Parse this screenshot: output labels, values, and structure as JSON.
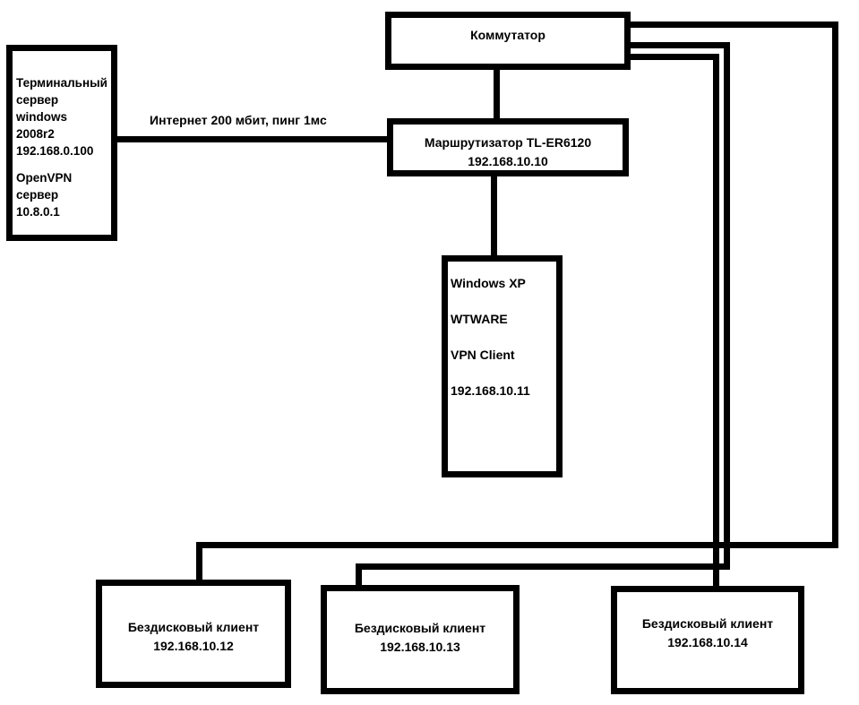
{
  "colors": {
    "background": "#ffffff",
    "line": "#000000",
    "text": "#000000"
  },
  "link_label": "Интернет 200 мбит, пинг 1мс",
  "nodes": {
    "switch": {
      "label": "Коммутатор"
    },
    "terminal_server": {
      "para1": [
        "Терминальный",
        "сервер",
        "windows",
        "2008r2",
        "192.168.0.100"
      ],
      "para2": [
        "OpenVPN",
        "сервер",
        "10.8.0.1"
      ]
    },
    "router": {
      "name": "Маршрутизатор TL-ER6120",
      "ip": "192.168.10.10"
    },
    "winxp": {
      "lines": [
        "Windows XP",
        "WTWARE",
        "VPN Client",
        "192.168.10.11"
      ]
    },
    "clients": [
      {
        "name": "Бездисковый клиент",
        "ip": "192.168.10.12"
      },
      {
        "name": "Бездисковый клиент",
        "ip": "192.168.10.13"
      },
      {
        "name": "Бездисковый клиент",
        "ip": "192.168.10.14"
      }
    ]
  }
}
